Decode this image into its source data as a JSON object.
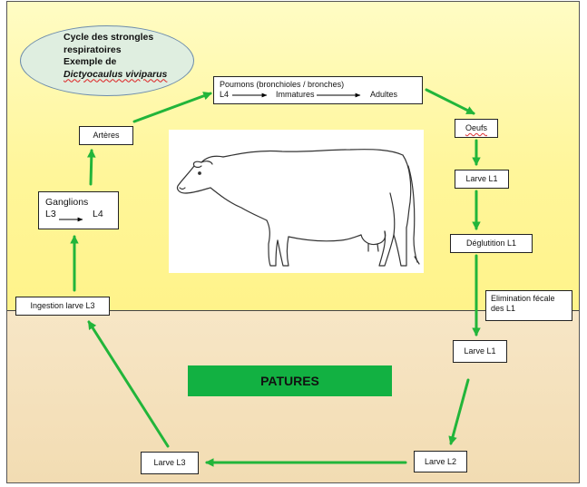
{
  "title": {
    "line1": "Cycle des strongles",
    "line2": "respiratoires",
    "line3": "Exemple de",
    "species": "Dictyocaulus viviparus"
  },
  "nodes": {
    "poumons": {
      "title": "Poumons (bronchioles / bronches)",
      "l4": "L4",
      "immatures": "Immatures",
      "adultes": "Adultes"
    },
    "arteres": "Artères",
    "ganglions": {
      "title": "Ganglions",
      "l3": "L3",
      "l4": "L4"
    },
    "ingestion": "Ingestion larve L3",
    "oeufs": "Oeufs",
    "larve_l1_top": "Larve L1",
    "deglutition": "Déglutition L1",
    "elimination": {
      "line1": "Elimination fécale",
      "line2": "des L1"
    },
    "larve_l1_bottom": "Larve L1",
    "larve_l2": "Larve L2",
    "larve_l3": "Larve L3"
  },
  "patures": "PATURES",
  "colors": {
    "arrow": "#22b53a",
    "patures": "#12b142",
    "top_bg": "#fff69a",
    "bottom_bg": "#f4e0bc",
    "ellipse": "#dfeee0"
  },
  "illustration": "cow-drawing"
}
